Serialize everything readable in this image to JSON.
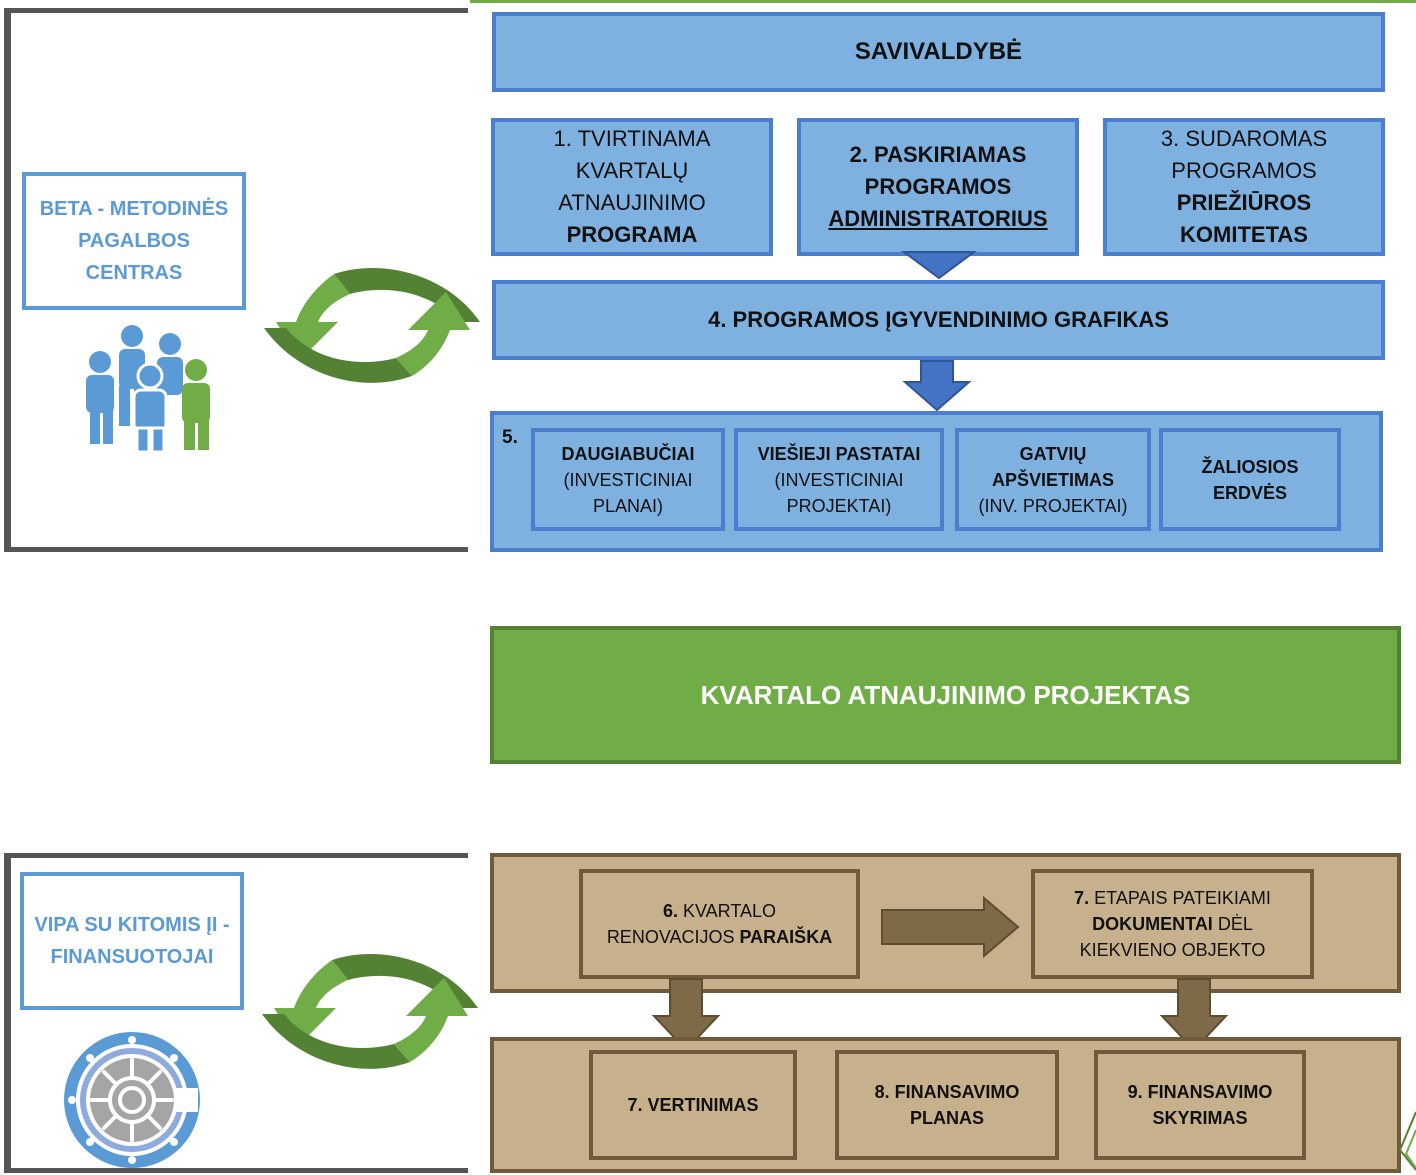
{
  "colors": {
    "blue_fill": "#7eb0e0",
    "blue_border": "#4a7fd0",
    "green_fill": "#70ad47",
    "tan_fill": "#c7b08c",
    "tan_border": "#6f5a3c",
    "label_blue": "#5b9bd5"
  },
  "top_section": {
    "side_label": "BETA - METODINĖS PAGALBOS CENTRAS",
    "side_icon": "people-group-icon",
    "cycle_icon": "recycle-arrows-icon",
    "header": "SAVIVALDYBĖ",
    "steps": [
      {
        "pre": "1. TVIRTINAMA KVARTALŲ ATNAUJINIMO",
        "bold": "PROGRAMA"
      },
      {
        "bold1": "2. PASKIRIAMAS PROGRAMOS",
        "bold_u": "ADMINISTRATORIUS"
      },
      {
        "pre": "3. SUDAROMAS PROGRAMOS",
        "bold": "PRIEŽIŪROS KOMITETAS"
      }
    ],
    "schedule": "4. PROGRAMOS ĮGYVENDINIMO GRAFIKAS",
    "step5_number": "5.",
    "sub_items": [
      {
        "bold": "DAUGIABUČIAI",
        "normal": "(INVESTICINIAI PLANAI)"
      },
      {
        "bold": "VIEŠIEJI PASTATAI",
        "normal": "(INVESTICINIAI PROJEKTAI)"
      },
      {
        "bold": "GATVIŲ APŠVIETIMAS",
        "normal": "(INV. PROJEKTAI)"
      },
      {
        "bold": "ŽALIOSIOS ERDVĖS",
        "normal": ""
      }
    ]
  },
  "middle": {
    "project": "KVARTALO ATNAUJINIMO PROJEKTAS"
  },
  "bottom_section": {
    "side_label": "VIPA SU KITOMIS ĮI - FINANSUOTOJAI",
    "side_icon": "vault-icon",
    "cycle_icon": "recycle-arrows-icon",
    "step6_bold_num": "6.",
    "step6_text": "KVARTALO RENOVACIJOS",
    "step6_bold": "PARAIŠKA",
    "step7a_bold_num": "7.",
    "step7a_text": "ETAPAIS PATEIKIAMI",
    "step7a_bold": "DOKUMENTAI",
    "step7a_rest": "DĖL KIEKVIENO OBJEKTO",
    "results": [
      "7. VERTINIMAS",
      "8. FINANSAVIMO PLANAS",
      "9. FINANSAVIMO SKYRIMAS"
    ]
  }
}
